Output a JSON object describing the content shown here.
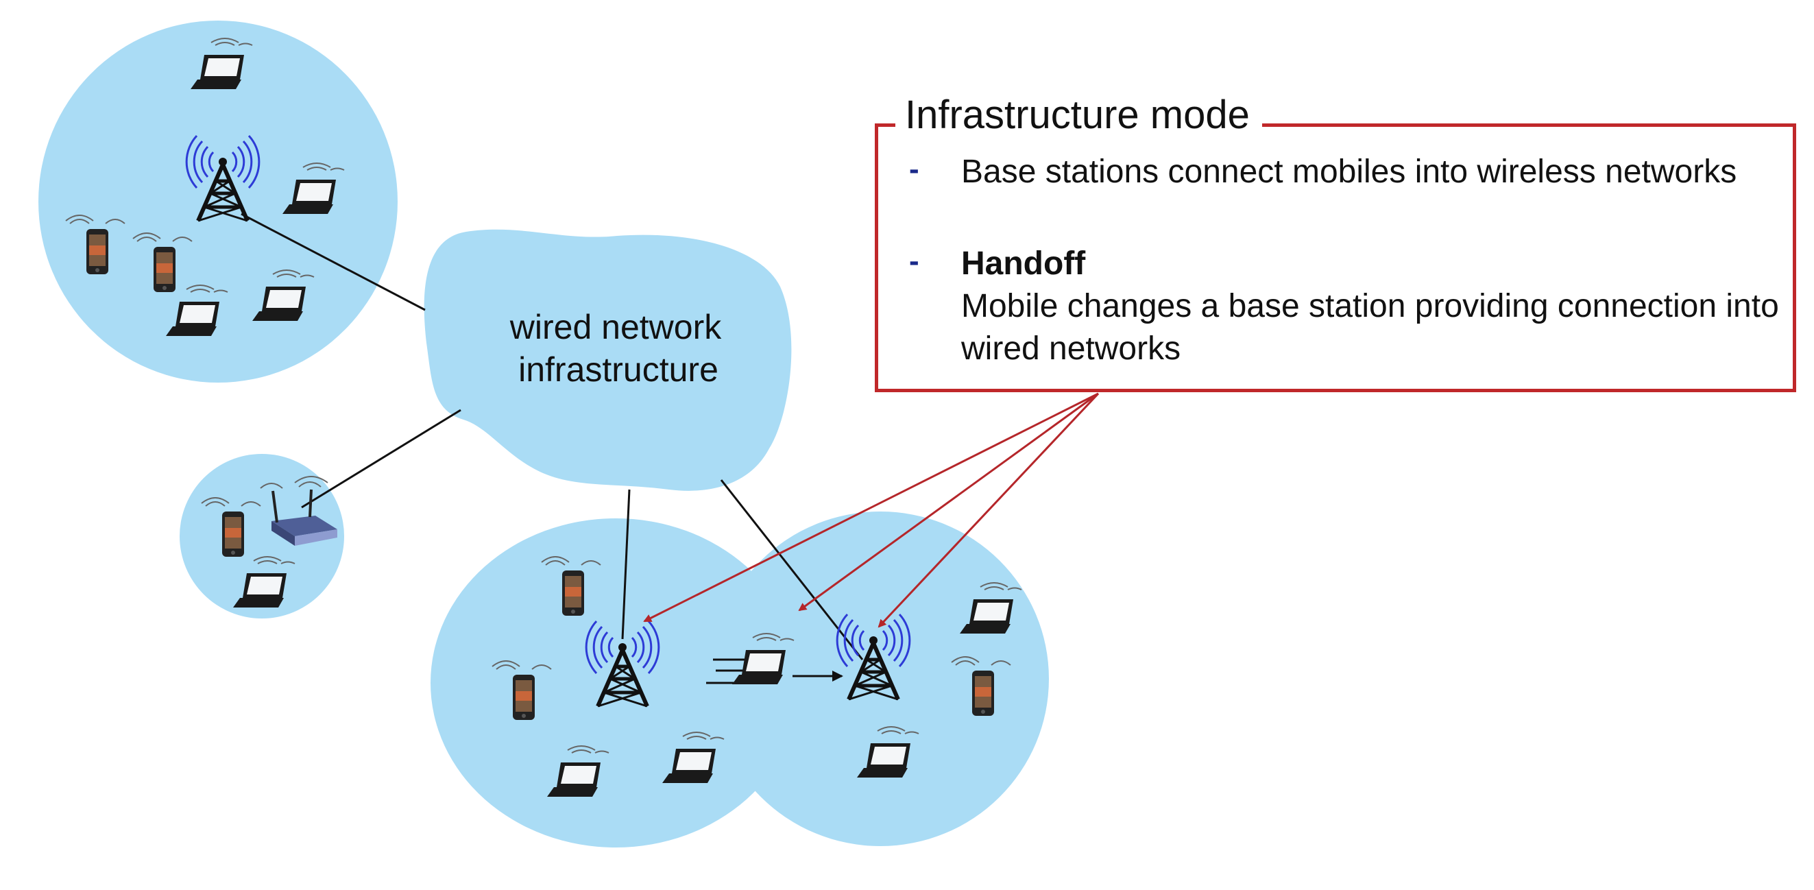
{
  "diagram": {
    "cloud_label_line1": "wired network",
    "cloud_label_line2": "infrastructure",
    "callout": {
      "title": "Infrastructure mode",
      "bullet_marker": "-",
      "bullets": [
        {
          "text": "Base stations connect mobiles into wireless networks"
        },
        {
          "head": "Handoff",
          "text": "Mobile changes a base station providing connection into wired networks"
        }
      ]
    },
    "colors": {
      "cell_fill": "#aadcf5",
      "callout_border": "#c0282a",
      "arrow": "#b5262a",
      "bullet_dash": "#1a2a8a"
    }
  }
}
